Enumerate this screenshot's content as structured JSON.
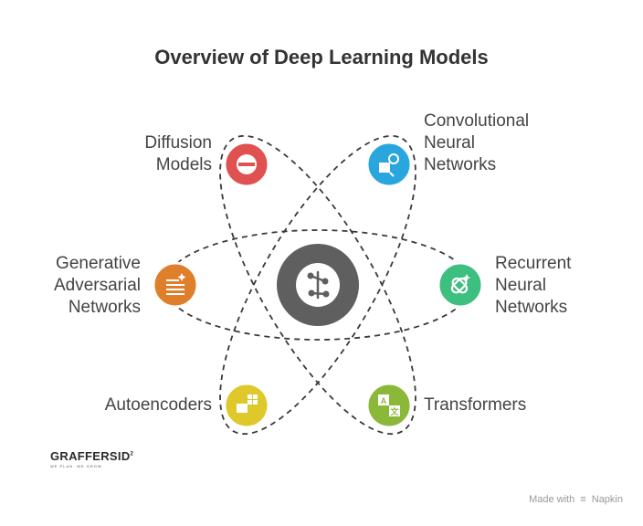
{
  "title": "Overview of Deep Learning Models",
  "nodes": {
    "diffusion": {
      "lines": [
        "Diffusion",
        "Models"
      ],
      "color": "#e05252",
      "icon": "minus-circle-icon"
    },
    "cnn": {
      "lines": [
        "Convolutional",
        "Neural",
        "Networks"
      ],
      "color": "#2aa6df",
      "icon": "image-analysis-icon"
    },
    "gan": {
      "lines": [
        "Generative",
        "Adversarial",
        "Networks"
      ],
      "color": "#e07f2b",
      "icon": "sparkle-list-icon"
    },
    "rnn": {
      "lines": [
        "Recurrent",
        "Neural",
        "Networks"
      ],
      "color": "#3dbf7f",
      "icon": "loop-sparkle-icon"
    },
    "autoencoders": {
      "lines": [
        "Autoencoders"
      ],
      "color": "#dfc82a",
      "icon": "compress-icon"
    },
    "transformers": {
      "lines": [
        "Transformers"
      ],
      "color": "#8cb83a",
      "icon": "translate-icon"
    }
  },
  "center": {
    "color": "#5f5f5f",
    "icon": "brain-circuit-icon"
  },
  "logo": {
    "name": "GRAFFERS",
    "suffix": "ID",
    "sup": "2",
    "tagline": "WE PLAN. WE GROW"
  },
  "footer": {
    "made_with": "Made with",
    "brand": "Napkin"
  }
}
